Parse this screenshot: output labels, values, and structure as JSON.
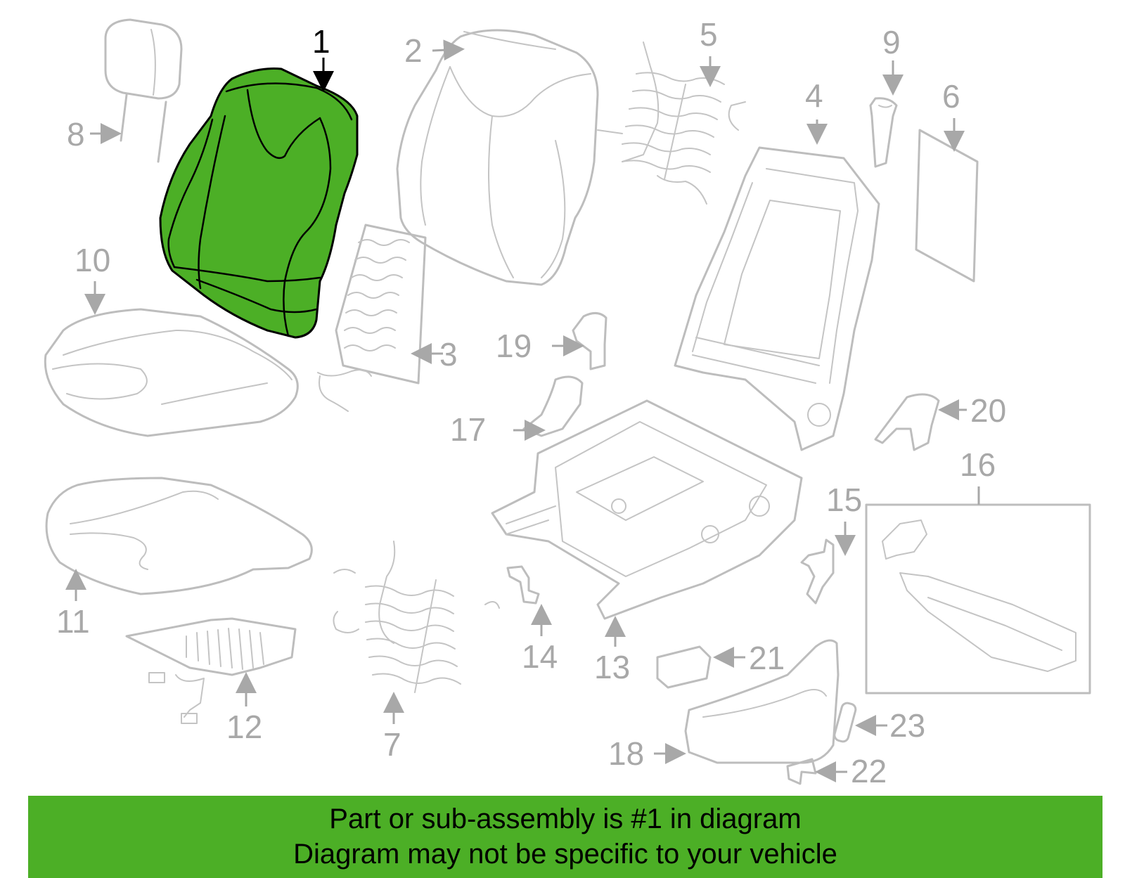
{
  "diagram": {
    "highlighted_part": "1",
    "highlight_color": "#4caf26",
    "part_line_color": "#bdbdbd",
    "callouts": [
      "1",
      "2",
      "3",
      "4",
      "5",
      "6",
      "7",
      "8",
      "9",
      "10",
      "11",
      "12",
      "13",
      "14",
      "15",
      "16",
      "17",
      "18",
      "19",
      "20",
      "21",
      "22",
      "23"
    ]
  },
  "banner": {
    "line1": "Part or sub-assembly is #1 in diagram",
    "line2": "Diagram may not be specific to your vehicle",
    "background": "#4caf26"
  }
}
